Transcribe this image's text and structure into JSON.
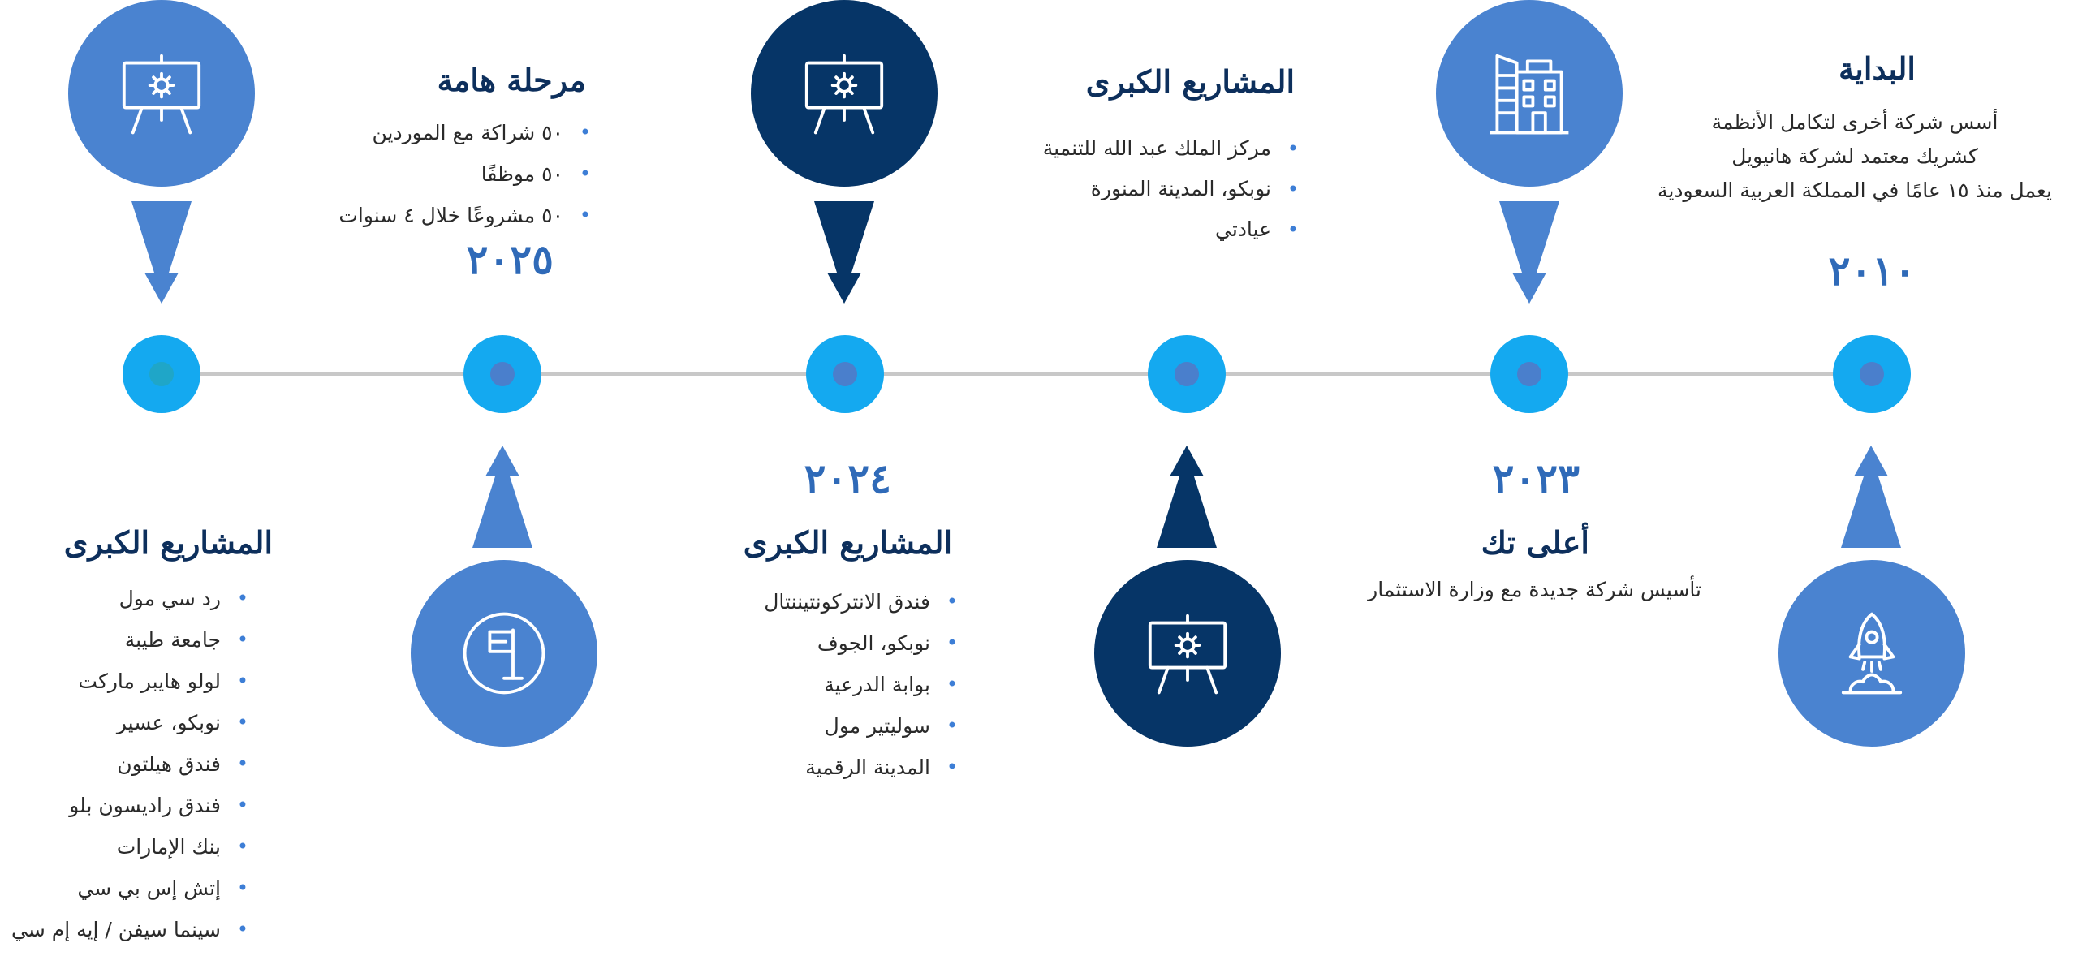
{
  "colors": {
    "light_blue": "#4a83d0",
    "dark_navy": "#063567",
    "dot_cyan": "#14a9f0",
    "heading": "#0d2f5c",
    "year": "#2f6ab8",
    "line": "#c8c8c8"
  },
  "milestones": {
    "start": {
      "title": "البداية",
      "year": "٢٠١٠",
      "lines": [
        "أسس شركة أخرى لتكامل الأنظمة",
        "كشريك معتمد لشركة هانيويل",
        "يعمل منذ ١٥ عامًا في المملكة العربية السعودية"
      ],
      "icon": "rocket-icon"
    },
    "m2023": {
      "title": "أعلى تك",
      "year": "٢٠٢٣",
      "line": "تأسيس شركة جديدة مع وزارة الاستثمار",
      "icon": "building-icon"
    },
    "major1": {
      "title": "المشاريع الكبرى",
      "items": [
        "مركز الملك عبد الله للتنمية",
        "نوبكو، المدينة المنورة",
        "عيادتي"
      ],
      "icon": "presentation-gear-icon"
    },
    "m2024": {
      "title": "المشاريع الكبرى",
      "year": "٢٠٢٤",
      "items": [
        "فندق الانتركونتيننتال",
        "نوبكو، الجوف",
        "بوابة الدرعية",
        "سوليتير مول",
        "المدينة الرقمية"
      ],
      "icon": "presentation-gear-icon"
    },
    "m2025": {
      "title": "مرحلة هامة",
      "year": "٢٠٢٥",
      "items": [
        "٥٠ شراكة مع الموردين",
        "٥٠ موظفًا",
        "٥٠ مشروعًا خلال ٤ سنوات"
      ],
      "icon": "flag-icon"
    },
    "major2": {
      "title": "المشاريع الكبرى",
      "items": [
        "رد سي مول",
        "جامعة طيبة",
        "لولو هايبر ماركت",
        "نوبكو، عسير",
        "فندق هيلتون",
        "فندق راديسون بلو",
        "بنك الإمارات",
        "إتش إس بي سي",
        "سينما سيفن / إيه إم سي"
      ],
      "icon": "presentation-gear-icon"
    }
  }
}
